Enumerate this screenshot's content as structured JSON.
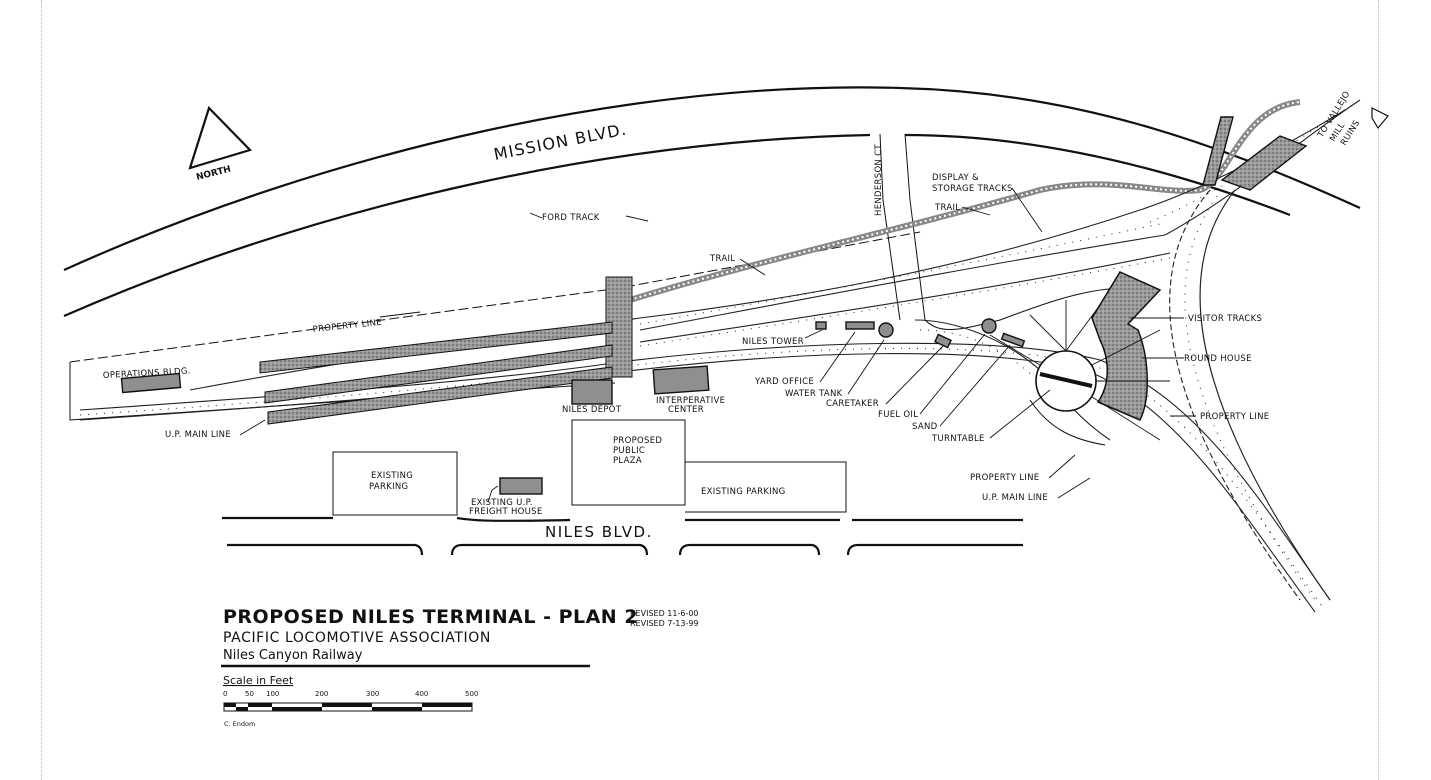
{
  "map": {
    "north_label": "NORTH",
    "streets": {
      "mission": "MISSION BLVD.",
      "niles": "NILES BLVD.",
      "henderson": "HENDERSON CT."
    },
    "labels": {
      "ford_track": "FORD TRACK",
      "display_storage_line1": "DISPLAY &",
      "display_storage_line2": "STORAGE TRACKS",
      "trail_upper": "TRAIL",
      "trail_left": "TRAIL",
      "property_line_left": "PROPERTY LINE",
      "operations_bldg": "OPERATIONS BLDG.",
      "up_main_line_left": "U.P. MAIN LINE",
      "niles_depot": "NILES DEPOT",
      "interpretive_center_line1": "INTERPERATIVE",
      "interpretive_center_line2": "CENTER",
      "proposed_plaza_line1": "PROPOSED",
      "proposed_plaza_line2": "PUBLIC",
      "proposed_plaza_line3": "PLAZA",
      "existing_parking_left_line1": "EXISTING",
      "existing_parking_left_line2": "PARKING",
      "existing_parking_right": "EXISTING PARKING",
      "freight_house_line1": "EXISTING U.P.",
      "freight_house_line2": "FREIGHT HOUSE",
      "niles_tower": "NILES TOWER",
      "yard_office": "YARD OFFICE",
      "water_tank": "WATER TANK",
      "caretaker": "CARETAKER",
      "fuel_oil": "FUEL OIL",
      "sand": "SAND",
      "turntable": "TURNTABLE",
      "property_line_lower": "PROPERTY LINE",
      "up_main_line_right": "U.P. MAIN LINE",
      "visitor_tracks": "VISITOR TRACKS",
      "round_house": "ROUND HOUSE",
      "property_line_right": "PROPERTY LINE",
      "to_vallejo_line1": "TO VALLEJO",
      "to_vallejo_line2": "MILL",
      "to_vallejo_line3": "RUINS"
    }
  },
  "title_block": {
    "title": "PROPOSED NILES TERMINAL - PLAN 2",
    "subtitle": "PACIFIC LOCOMOTIVE ASSOCIATION",
    "railway": "Niles Canyon Railway",
    "revisions": [
      "REVISED 11-6-00",
      "REVISED 7-13-99"
    ],
    "scale_label": "Scale in Feet",
    "scale_ticks": [
      "0",
      "50",
      "100",
      "200",
      "300",
      "400",
      "500"
    ],
    "author": "C. Endom"
  }
}
